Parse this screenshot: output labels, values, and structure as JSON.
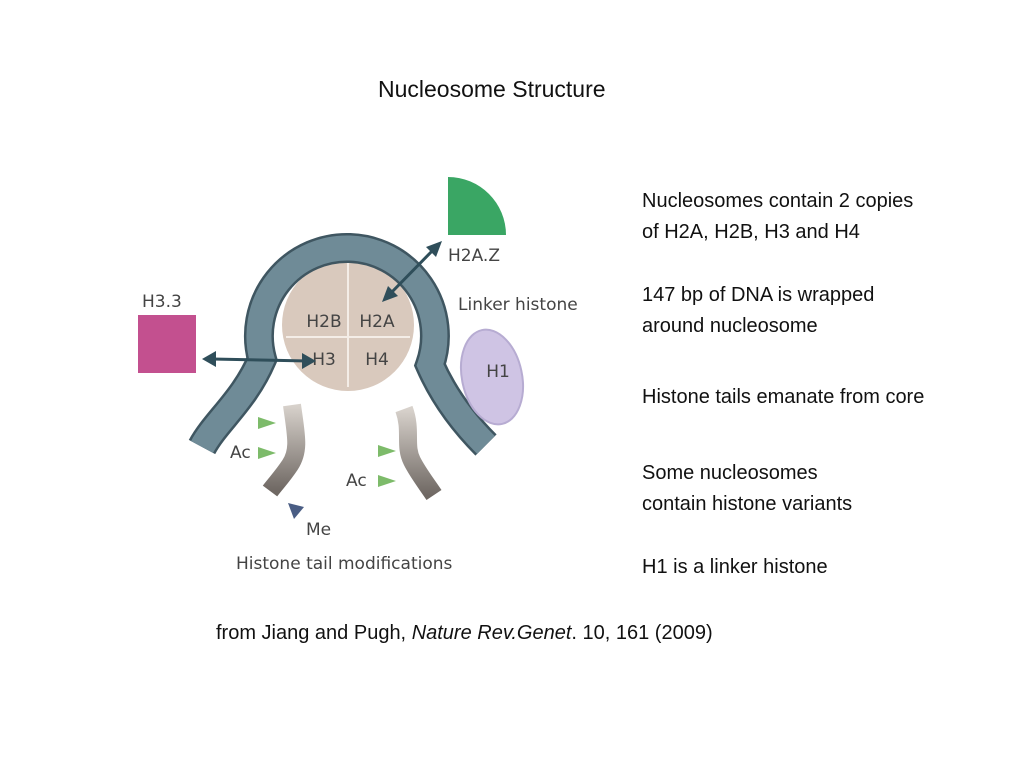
{
  "slide": {
    "title": "Nucleosome Structure"
  },
  "diagram": {
    "labels": {
      "h2az": "H2A.Z",
      "h33": "H3.3",
      "linker_histone": "Linker histone",
      "h1": "H1",
      "h2b": "H2B",
      "h2a": "H2A",
      "h3": "H3",
      "h4": "H4",
      "ac_left": "Ac",
      "ac_right": "Ac",
      "me": "Me",
      "histone_tail_modifications": "Histone tail modifications"
    },
    "colors": {
      "dna": "#6f8b97",
      "dna_edge": "#3f5661",
      "core": "#d9c9bd",
      "h2az_variant": "#3aa664",
      "h33_variant": "#c3508f",
      "h1": "#cfc4e4",
      "arrow": "#2f4e5a",
      "tail": "#8a837e",
      "ac_marker": "#7dbb6a",
      "me_marker": "#4a5d84"
    }
  },
  "notes": [
    {
      "lines": [
        "Nucleosomes contain 2 copies",
        "of H2A, H2B, H3 and H4"
      ]
    },
    {
      "lines": [
        "147 bp of DNA is wrapped",
        "around nucleosome"
      ]
    },
    {
      "lines": [
        "Histone tails emanate from core"
      ]
    },
    {
      "lines": [
        "Some nucleosomes",
        "contain histone variants"
      ]
    },
    {
      "lines": [
        "H1 is a linker histone"
      ]
    }
  ],
  "citation": {
    "prefix": "from Jiang and Pugh, ",
    "journal": "Nature Rev.Genet",
    "suffix": ". 10, 161 (2009)"
  }
}
